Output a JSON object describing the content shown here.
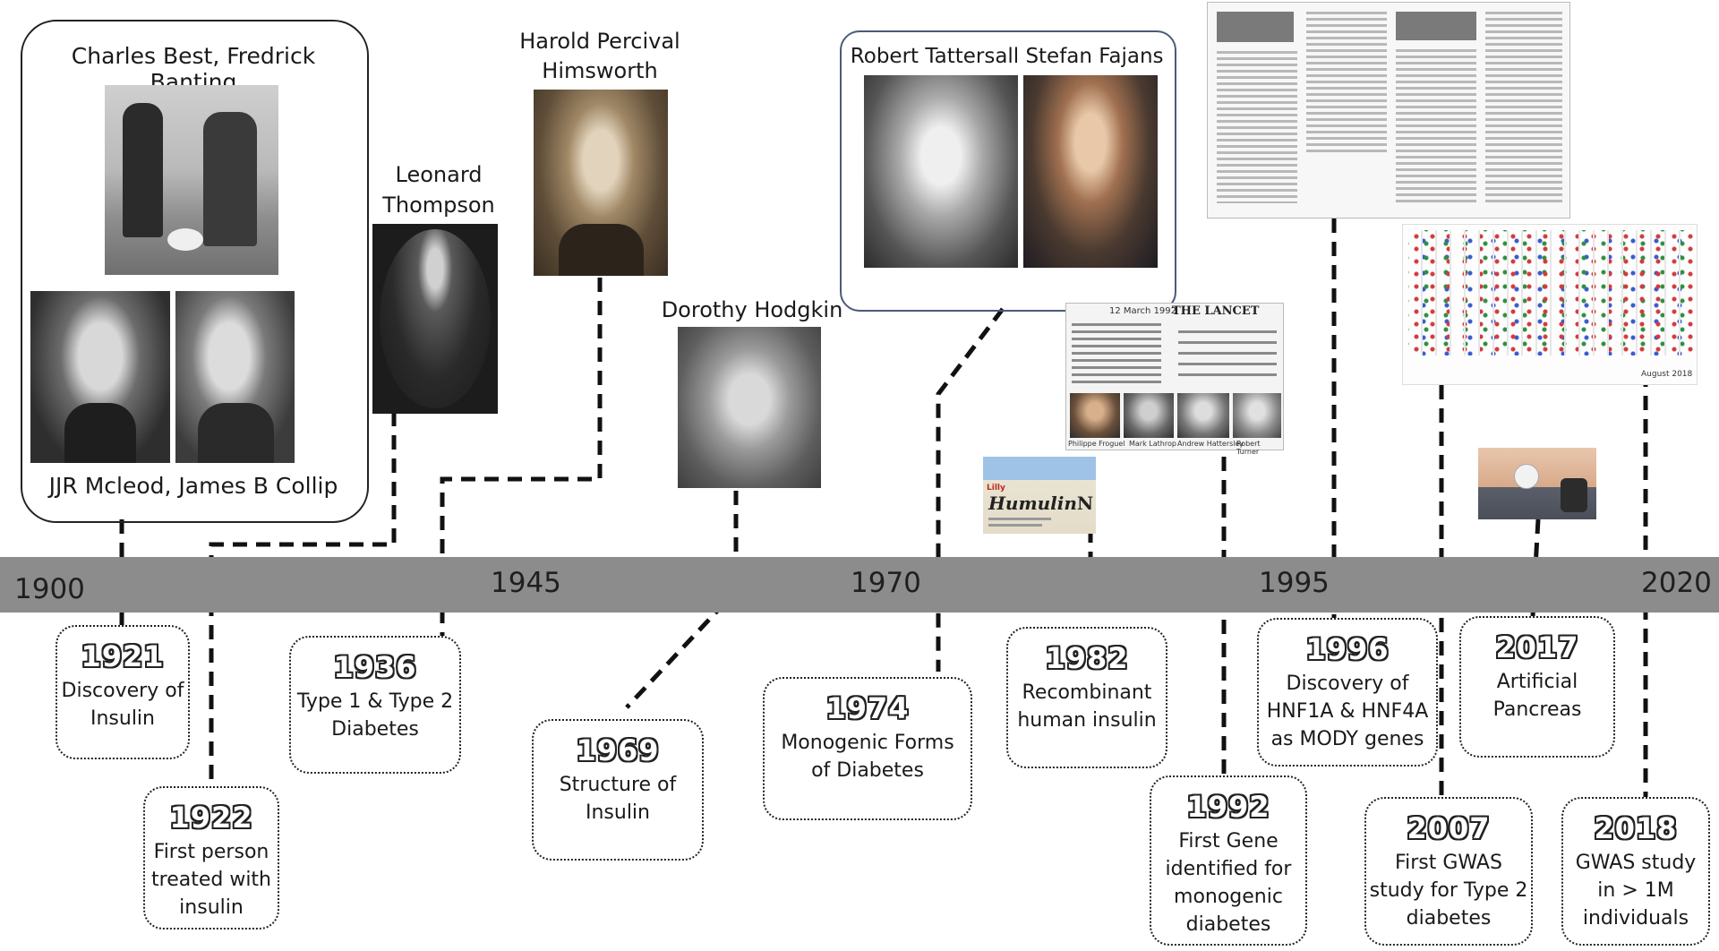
{
  "timeline": {
    "years": [
      "1900",
      "1945",
      "1970",
      "1995",
      "2020"
    ]
  },
  "people": {
    "group1_top": "Charles Best, Fredrick Banting",
    "group1_bottom": "JJR Mcleod, James  B Collip",
    "thompson": "Leonard\nThompson",
    "himsworth": "Harold Percival\nHimsworth",
    "hodgkin": "Dorothy Hodgkin",
    "tattersall": "Robert Tattersall",
    "fajans": "Stefan Fajans"
  },
  "lancet": {
    "date": "12 March 1992",
    "masthead": "THE LANCET",
    "names": [
      "Philippe Froguel",
      "Mark Lathrop",
      "Andrew Hattersley",
      "Robert Turner"
    ]
  },
  "humulin": {
    "brand": "Humulin",
    "suffix": "N",
    "maker": "Lilly"
  },
  "gwas_panel": {
    "date": "August 2018"
  },
  "milestones": [
    {
      "year": "1921",
      "text": "Discovery of\nInsulin"
    },
    {
      "year": "1922",
      "text": "First person\ntreated with\ninsulin"
    },
    {
      "year": "1936",
      "text": "Type 1 & Type 2\nDiabetes"
    },
    {
      "year": "1969",
      "text": "Structure of\nInsulin"
    },
    {
      "year": "1974",
      "text": "Monogenic Forms\nof Diabetes"
    },
    {
      "year": "1982",
      "text": "Recombinant\nhuman insulin"
    },
    {
      "year": "1992",
      "text": "First Gene\nidentified for\nmonogenic\ndiabetes"
    },
    {
      "year": "1996",
      "text": "Discovery of\nHNF1A & HNF4A\nas MODY genes"
    },
    {
      "year": "2007",
      "text": "First GWAS\nstudy for Type 2\ndiabetes"
    },
    {
      "year": "2017",
      "text": "Artificial\nPancreas"
    },
    {
      "year": "2018",
      "text": "GWAS study\nin > 1M\nindividuals"
    }
  ]
}
